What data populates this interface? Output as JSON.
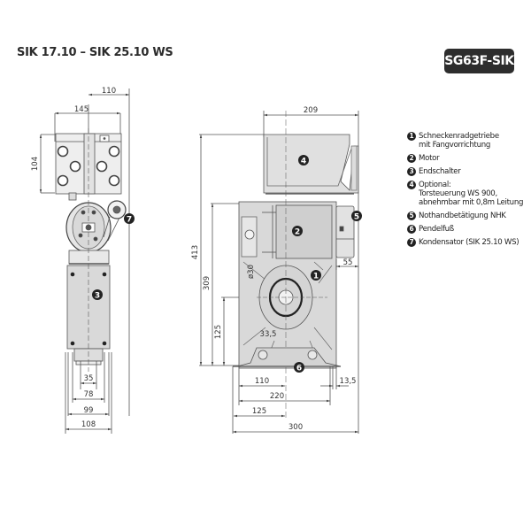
{
  "header": {
    "title": "SIK 17.10 – SIK 25.10 WS",
    "badge": "SG63F-SIK"
  },
  "legend": {
    "items": [
      {
        "num": "1",
        "text": "Schneckenradgetriebe\nmit Fangvorrichtung"
      },
      {
        "num": "2",
        "text": "Motor"
      },
      {
        "num": "3",
        "text": "Endschalter"
      },
      {
        "num": "4",
        "text": "Optional:\nTorsteuerung WS 900,\nabnehmbar mit 0,8m Leitung"
      },
      {
        "num": "5",
        "text": "Nothandbetätigung NHK"
      },
      {
        "num": "6",
        "text": "Pendelfuß"
      },
      {
        "num": "7",
        "text": "Kondensator (SIK 25.10 WS)"
      }
    ]
  },
  "side_view": {
    "dimensions": {
      "width_top_offset": "110",
      "width_top": "145",
      "height_box": "104",
      "d35": "35",
      "d78": "78",
      "d99": "99",
      "d108": "108"
    },
    "callouts": [
      "3",
      "7"
    ]
  },
  "front_view": {
    "dimensions": {
      "width_box": "209",
      "total_height": "413",
      "height_309": "309",
      "height_125": "125",
      "shaft_dia": "ø30",
      "d33_5": "33,5",
      "d55": "55",
      "d110": "110",
      "d220": "220",
      "d125": "125",
      "d300": "300",
      "d13_5": "13,5"
    },
    "callouts": [
      "1",
      "2",
      "4",
      "5",
      "6"
    ]
  },
  "colors": {
    "body_fill": "#d9d9d9",
    "line": "#555555",
    "badge_bg": "#2d2d2d",
    "text": "#2b2b2b"
  }
}
